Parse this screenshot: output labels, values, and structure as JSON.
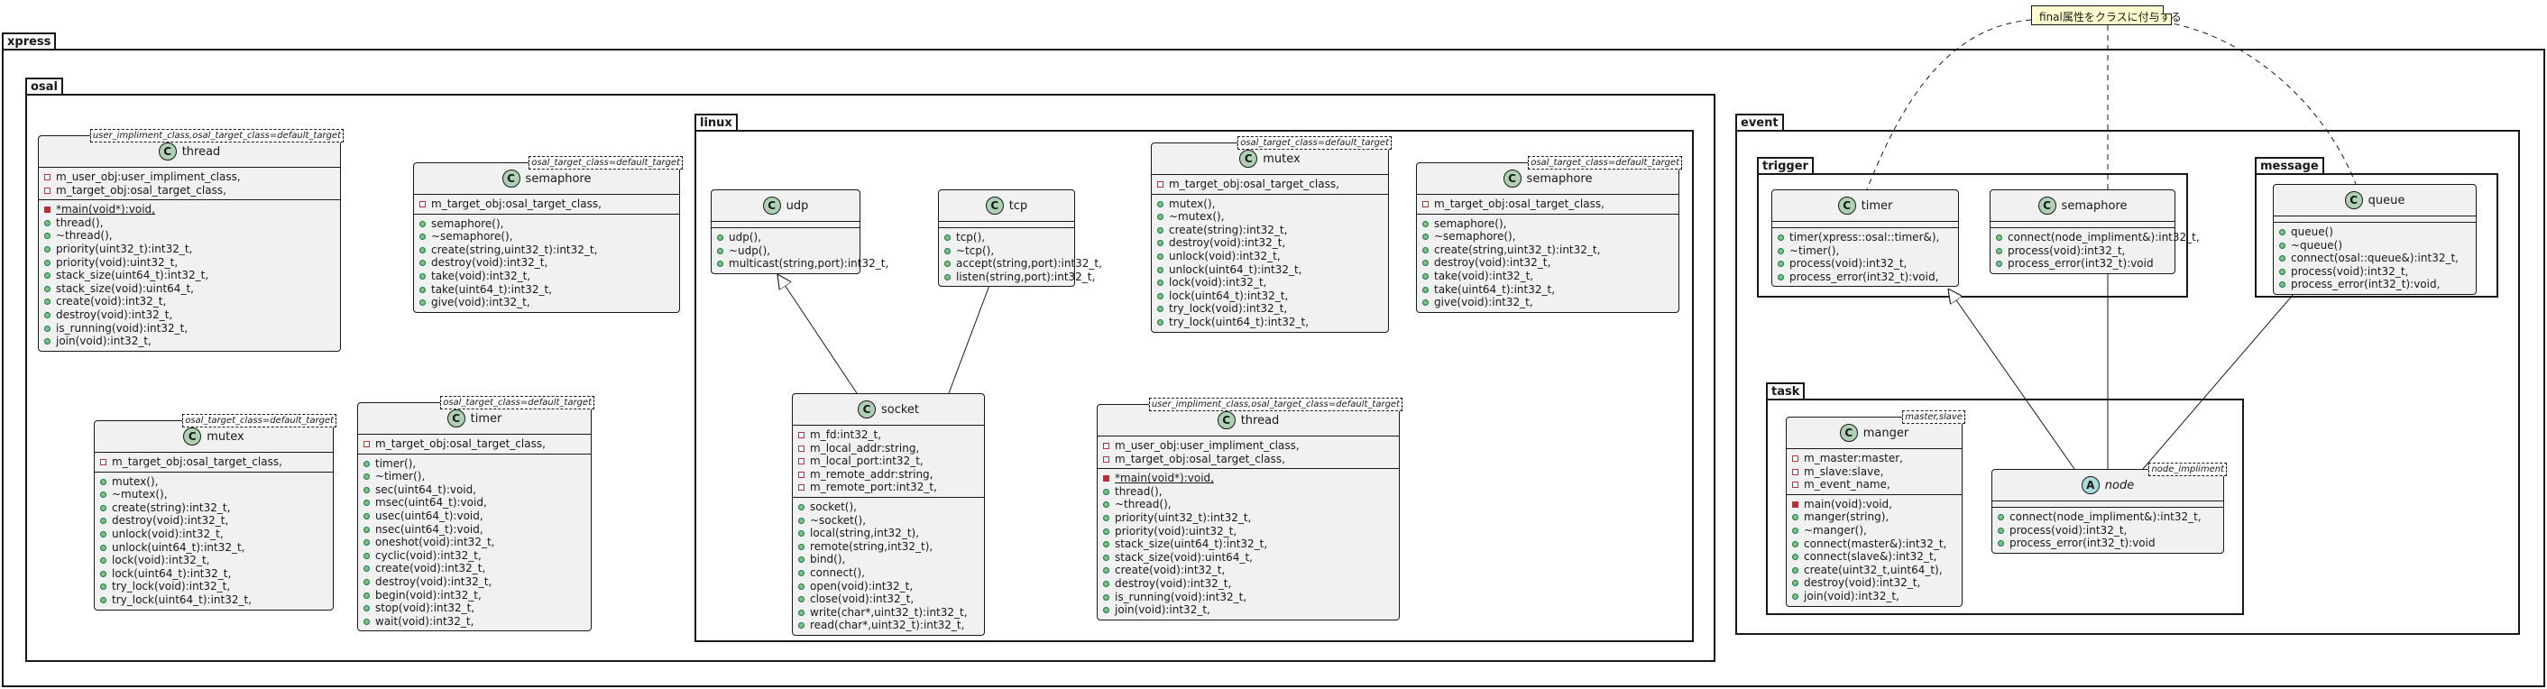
{
  "packages": {
    "xpress": "xpress",
    "osal": "osal",
    "linux": "linux",
    "event": "event",
    "trigger": "trigger",
    "message": "message",
    "task": "task"
  },
  "note": "final属性をクラスに付与する",
  "classes": {
    "osal_thread": {
      "name": "thread",
      "tparam": "user_impliment_class,osal_target_class=default_target",
      "fields": [
        "m_user_obj:user_impliment_class,",
        "m_target_obj:osal_target_class,"
      ],
      "methods": [
        "*main(void*):void,",
        "thread(),",
        "~thread(),",
        "priority(uint32_t):int32_t,",
        "priority(void):uint32_t,",
        "stack_size(uint64_t):int32_t,",
        "stack_size(void):uint64_t,",
        "create(void):int32_t,",
        "destroy(void):int32_t,",
        "is_running(void):int32_t,",
        "join(void):int32_t,"
      ]
    },
    "osal_semaphore": {
      "name": "semaphore",
      "tparam": "osal_target_class=default_target",
      "fields": [
        "m_target_obj:osal_target_class,"
      ],
      "methods": [
        "semaphore(),",
        "~semaphore(),",
        "create(string,uint32_t):int32_t,",
        "destroy(void):int32_t,",
        "take(void):int32_t,",
        "take(uint64_t):int32_t,",
        "give(void):int32_t,"
      ]
    },
    "osal_mutex": {
      "name": "mutex",
      "tparam": "osal_target_class=default_target",
      "fields": [
        "m_target_obj:osal_target_class,"
      ],
      "methods": [
        "mutex(),",
        "~mutex(),",
        "create(string):int32_t,",
        "destroy(void):int32_t,",
        "unlock(void):int32_t,",
        "unlock(uint64_t):int32_t,",
        "lock(void):int32_t,",
        "lock(uint64_t):int32_t,",
        "try_lock(void):int32_t,",
        "try_lock(uint64_t):int32_t,"
      ]
    },
    "osal_timer": {
      "name": "timer",
      "tparam": "osal_target_class=default_target",
      "fields": [
        "m_target_obj:osal_target_class,"
      ],
      "methods": [
        "timer(),",
        "~timer(),",
        "sec(uint64_t):void,",
        "msec(uint64_t):void,",
        "usec(uint64_t):void,",
        "nsec(uint64_t):void,",
        "oneshot(void):int32_t,",
        "cyclic(void):int32_t,",
        "create(void):int32_t,",
        "destroy(void):int32_t,",
        "begin(void):int32_t,",
        "stop(void):int32_t,",
        "wait(void):int32_t,"
      ]
    },
    "udp": {
      "name": "udp",
      "fields": [],
      "methods": [
        "udp(),",
        "~udp(),",
        "multicast(string,port):int32_t,"
      ]
    },
    "tcp": {
      "name": "tcp",
      "fields": [],
      "methods": [
        "tcp(),",
        "~tcp(),",
        "accept(string,port):int32_t,",
        "listen(string,port):int32_t,"
      ]
    },
    "socket": {
      "name": "socket",
      "fields": [
        "m_fd:int32_t,",
        "m_local_addr:string,",
        "m_local_port:int32_t,",
        "m_remote_addr:string,",
        "m_remote_port:int32_t,"
      ],
      "methods": [
        "socket(),",
        "~socket(),",
        "local(string,int32_t),",
        "remote(string,int32_t),",
        "bind(),",
        "connect(),",
        "open(void):int32_t,",
        "close(void):int32_t,",
        "write(char*,uint32_t):int32_t,",
        "read(char*,uint32_t):int32_t,"
      ]
    },
    "linux_mutex": {
      "name": "mutex",
      "tparam": "osal_target_class=default_target",
      "fields": [
        "m_target_obj:osal_target_class,"
      ],
      "methods": [
        "mutex(),",
        "~mutex(),",
        "create(string):int32_t,",
        "destroy(void):int32_t,",
        "unlock(void):int32_t,",
        "unlock(uint64_t):int32_t,",
        "lock(void):int32_t,",
        "lock(uint64_t):int32_t,",
        "try_lock(void):int32_t,",
        "try_lock(uint64_t):int32_t,"
      ]
    },
    "linux_semaphore": {
      "name": "semaphore",
      "tparam": "osal_target_class=default_target",
      "fields": [
        "m_target_obj:osal_target_class,"
      ],
      "methods": [
        "semaphore(),",
        "~semaphore(),",
        "create(string,uint32_t):int32_t,",
        "destroy(void):int32_t,",
        "take(void):int32_t,",
        "take(uint64_t):int32_t,",
        "give(void):int32_t,"
      ]
    },
    "linux_thread": {
      "name": "thread",
      "tparam": "user_impliment_class,osal_target_class=default_target",
      "fields": [
        "m_user_obj:user_impliment_class,",
        "m_target_obj:osal_target_class,"
      ],
      "methods": [
        "*main(void*):void,",
        "thread(),",
        "~thread(),",
        "priority(uint32_t):int32_t,",
        "priority(void):uint32_t,",
        "stack_size(uint64_t):int32_t,",
        "stack_size(void):uint64_t,",
        "create(void):int32_t,",
        "destroy(void):int32_t,",
        "is_running(void):int32_t,",
        "join(void):int32_t,"
      ]
    },
    "trigger_timer": {
      "name": "timer",
      "fields": [],
      "methods": [
        "timer(xpress::osal::timer&),",
        "~timer(),",
        "process(void):int32_t,",
        "process_error(int32_t):void,"
      ]
    },
    "trigger_semaphore": {
      "name": "semaphore",
      "fields": [],
      "methods": [
        "connect(node_impliment&):int32_t,",
        "process(void):int32_t,",
        "process_error(int32_t):void"
      ]
    },
    "queue": {
      "name": "queue",
      "fields": [],
      "methods": [
        "queue()",
        "~queue()",
        "connect(osal::queue&):int32_t,",
        "process(void):int32_t,",
        "process_error(int32_t):void,"
      ]
    },
    "manger": {
      "name": "manger",
      "tparam": "master,slave",
      "fields": [
        "m_master:master,",
        "m_slave:slave,",
        "m_event_name,"
      ],
      "methods": [
        "main(void):void,",
        "manger(string),",
        "~manger(),",
        "connect(master&):int32_t,",
        "connect(slave&):int32_t,",
        "create(uint32_t,uint64_t),",
        "destroy(void):int32_t,",
        "join(void):int32_t,"
      ]
    },
    "node": {
      "name": "node",
      "tparam": "node_impliment",
      "fields": [],
      "methods": [
        "connect(node_impliment&):int32_t,",
        "process(void):int32_t,",
        "process_error(int32_t):void"
      ]
    }
  }
}
